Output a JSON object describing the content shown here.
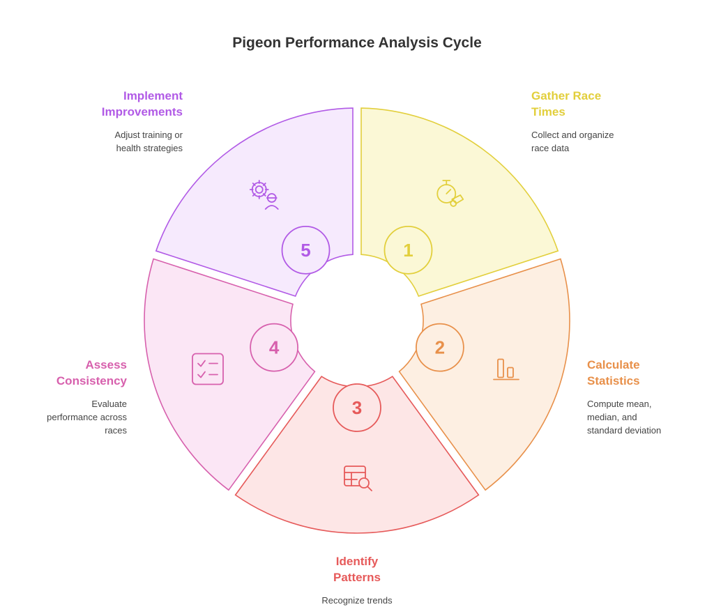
{
  "title": "Pigeon Performance Analysis Cycle",
  "colors": {
    "step1": "#e2cf3c",
    "step2": "#e8904a",
    "step3": "#e65a5a",
    "step4": "#d760ad",
    "step5": "#b15ae6"
  },
  "steps": [
    {
      "number": "1",
      "heading": "Gather Race Times",
      "heading_lines": [
        "Gather Race",
        "Times"
      ],
      "description_lines": [
        "Collect and organize",
        "race data"
      ],
      "icon": "stopwatch-whistle-icon"
    },
    {
      "number": "2",
      "heading": "Calculate Statistics",
      "heading_lines": [
        "Calculate",
        "Statistics"
      ],
      "description_lines": [
        "Compute mean,",
        "median, and",
        "standard deviation"
      ],
      "icon": "bar-chart-icon"
    },
    {
      "number": "3",
      "heading": "Identify Patterns",
      "heading_lines": [
        "Identify",
        "Patterns"
      ],
      "description_lines": [
        "Recognize trends"
      ],
      "icon": "table-search-icon"
    },
    {
      "number": "4",
      "heading": "Assess Consistency",
      "heading_lines": [
        "Assess",
        "Consistency"
      ],
      "description_lines": [
        "Evaluate",
        "performance across",
        "races"
      ],
      "icon": "checklist-icon"
    },
    {
      "number": "5",
      "heading": "Implement Improvements",
      "heading_lines": [
        "Implement",
        "Improvements"
      ],
      "description_lines": [
        "Adjust training or",
        "health strategies"
      ],
      "icon": "gear-worker-icon"
    }
  ]
}
